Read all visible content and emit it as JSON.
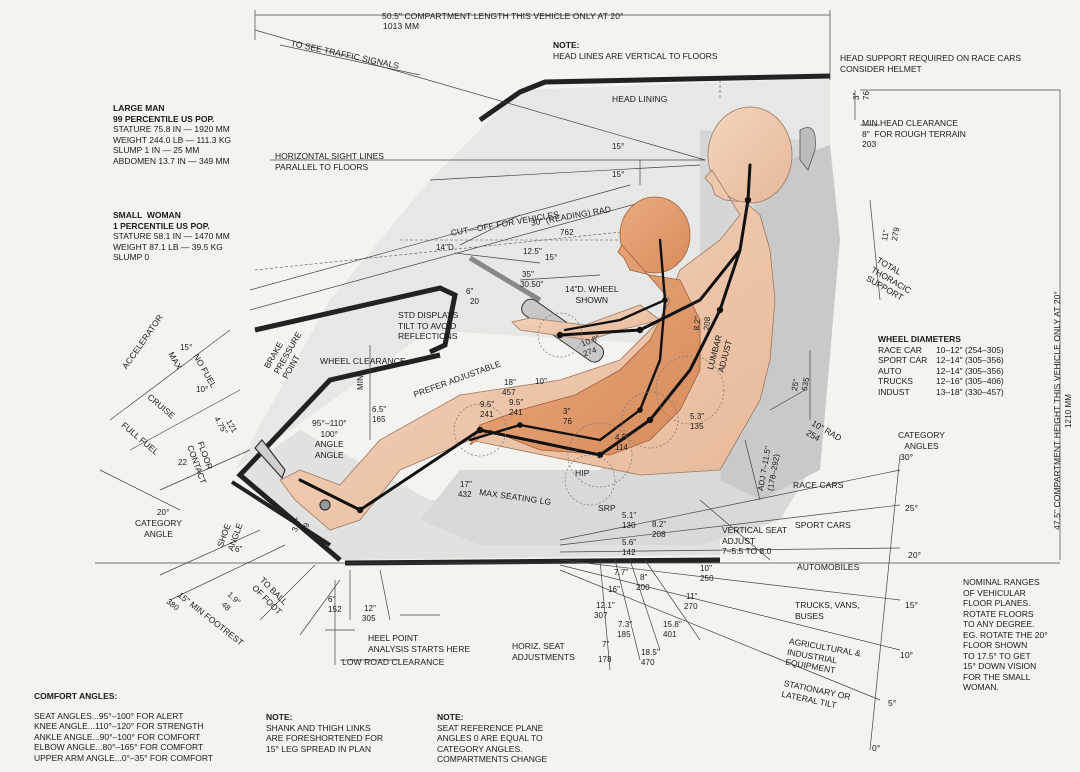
{
  "top_dim": {
    "label": "50.5\" COMPARTMENT LENGTH THIS VEHICLE ONLY AT 20°",
    "metric": "1013 mm"
  },
  "note_top": {
    "title": "NOTE:",
    "text": "HEAD LINES ARE VERTICAL TO FLOORS"
  },
  "head_support": [
    "HEAD SUPPORT REQUIRED ON RACE CARS",
    "CONSIDER HELMET"
  ],
  "traffic": "TO SEE TRAFFIC SIGNALS",
  "large_man": {
    "title": "LARGE MAN",
    "lines": [
      "99 PERCENTILE US POP.",
      "STATURE 75.8 IN — 1920 mm",
      "WEIGHT 244.0 LB — 111.3 KG",
      "SLUMP 1 IN — 25 mm",
      "ABDOMEN 13.7 IN — 349 mm"
    ]
  },
  "small_woman": {
    "title": "SMALL  WOMAN",
    "lines": [
      "1 PERCENTILE US POP.",
      "STATURE 58.1 IN — 1470 mm",
      "WEIGHT 87.1 LB — 39.5 KG",
      "SLUMP 0"
    ]
  },
  "labels": {
    "head_lining": "HEAD LINING",
    "min_head_clearance": [
      "MIN HEAD CLEARANCE",
      "8\"  FOR ROUGH TERRAIN",
      "203"
    ],
    "horizontal_sight": [
      "HORIZONTAL SIGHT LINES",
      "PARALLEL TO FLOORS"
    ],
    "cutoff": "CUT—OFF FOR VEHICLES",
    "reading_rad": "30\" (READING) RAD",
    "reading_mm": "762",
    "wheel_shown": [
      "14\"D. WHEEL",
      "SHOWN"
    ],
    "dsp_tilt": [
      "STD DISPLAYS",
      "TILT TO AVOID",
      "REFLECTIONS"
    ],
    "wheel_clearance": "WHEEL CLEARANCE",
    "prefer_adjustable": "PREFER ADJUSTABLE",
    "brake": [
      "BRAKE",
      "PRESSURE",
      "POINT"
    ],
    "no_fuel": "NO FUEL",
    "accelerator": "ACCELERATOR",
    "max": "MAX",
    "cruise": "CRUISE",
    "full_fuel": "FULL FUEL",
    "floor_contact": [
      "FLOOR",
      "CONTACT"
    ],
    "category_angle": [
      "CATEGORY",
      "ANGLE"
    ],
    "shoe_angle": [
      "SHOE",
      "ANGLE"
    ],
    "knee_angle": [
      "95°–110°",
      "100°",
      "ANGLE",
      "ANGLE"
    ],
    "max_seating": "MAX SEATING LG",
    "srp": "SRP",
    "hip": "HIP",
    "lumbar": [
      "LUMBAR",
      "ADJUST"
    ],
    "vertical_seat": [
      "VERTICAL SEAT",
      "ADJUST",
      "7–5.5 TO 8.0"
    ],
    "total_thoracic": [
      "TOTAL",
      "THORACIC",
      "SUPPORT"
    ],
    "ten_rad": [
      "10\" RAD",
      "254"
    ],
    "ball_of_foot": [
      "TO BALL",
      "OF FOOT"
    ],
    "min_footrest": "15\" MIN FOOTREST",
    "min_footrest_mm": "380",
    "heel_point": [
      "HEEL POINT",
      "ANALYSIS STARTS HERE"
    ],
    "low_road": "LOW ROAD CLEARANCE",
    "horiz_seat": [
      "HORIZ. SEAT",
      "ADJUSTMENTS"
    ],
    "height_dim": "47.5\" COMPARTMENT HEIGHT THIS VEHICLE ONLY AT 20°",
    "height_mm": "1210 mm",
    "category_angles": [
      "CATEGORY",
      "ANGLES"
    ]
  },
  "wheel_diameters": {
    "title": "WHEEL DIAMETERS",
    "rows": [
      {
        "name": "RACE CAR",
        "val": "10–12\" (254–305)"
      },
      {
        "name": "SPORT CAR",
        "val": "12–14\" (305–356)"
      },
      {
        "name": "AUTO",
        "val": "12–14\" (305–356)"
      },
      {
        "name": "TRUCKS",
        "val": "12–16\" (305–406)"
      },
      {
        "name": "INDUST",
        "val": "13–18\" (330–457)"
      }
    ]
  },
  "categories": [
    {
      "name": "RACE CARS",
      "angle": "30°"
    },
    {
      "name": "SPORT CARS",
      "angle": "25°"
    },
    {
      "name": "AUTOMOBILES",
      "angle": "20°"
    },
    {
      "name": "TRUCKS, VANS, BUSES",
      "angle": "15°"
    },
    {
      "name": "AGRICULTURAL & INDUSTRIAL EQUIPMENT",
      "angle": "10°"
    },
    {
      "name": "STATIONARY OR LATERAL TILT",
      "angle": "5°"
    }
  ],
  "bottom_angle": "0°",
  "nominal": [
    "NOMINAL RANGES",
    "OF VEHICULAR",
    "FLOOR PLANES.",
    "ROTATE FLOORS",
    "TO ANY DEGREE.",
    "EG. ROTATE THE 20°",
    "FLOOR SHOWN",
    "TO 17.5° TO GET",
    "15° DOWN VISION",
    "FOR THE SMALL",
    "WOMAN."
  ],
  "comfort": {
    "title": "COMFORT ANGLES:",
    "rows": [
      "SEAT ANGLES...95°–100° FOR ALERT",
      "KNEE ANGLE...110°–120° FOR STRENGTH",
      "ANKLE ANGLE...90°–100° FOR COMFORT",
      "ELBOW ANGLE...80°–165° FOR COMFORT",
      "UPPER ARM ANGLE...0°–35° FOR COMFORT"
    ]
  },
  "note_shank": {
    "title": "NOTE:",
    "lines": [
      "SHANK AND THIGH LINKS",
      "ARE FORESHORTENED FOR",
      "15° LEG SPREAD IN PLAN"
    ]
  },
  "note_seat": {
    "title": "NOTE:",
    "lines": [
      "SEAT REFERENCE PLANE",
      "ANGLES 0 ARE EQUAL TO",
      "CATEGORY ANGLES.",
      "COMPARTMENTS CHANGE"
    ]
  },
  "dims": [
    {
      "t": "15°"
    },
    {
      "t": "15°"
    },
    {
      "t": "3\""
    },
    {
      "t": "76"
    },
    {
      "t": "11\""
    },
    {
      "t": "279"
    },
    {
      "t": "12.5\""
    },
    {
      "t": "35\""
    },
    {
      "t": "30.50\""
    },
    {
      "t": "6\""
    },
    {
      "t": "20"
    },
    {
      "t": "14\"D"
    },
    {
      "t": "10.8\""
    },
    {
      "t": "274"
    },
    {
      "t": "18\""
    },
    {
      "t": "457"
    },
    {
      "t": "9.5\""
    },
    {
      "t": "241"
    },
    {
      "t": "25\""
    },
    {
      "t": "635"
    },
    {
      "t": "4.75\""
    },
    {
      "t": "121"
    },
    {
      "t": "10°"
    },
    {
      "t": "15°"
    },
    {
      "t": "22"
    },
    {
      "t": "20°"
    },
    {
      "t": "6\""
    },
    {
      "t": "MIN"
    },
    {
      "t": "6.5\""
    },
    {
      "t": "165"
    },
    {
      "t": "17\""
    },
    {
      "t": "432"
    },
    {
      "t": "5.1\""
    },
    {
      "t": "130"
    },
    {
      "t": "8.2\""
    },
    {
      "t": "208"
    },
    {
      "t": "5.6\""
    },
    {
      "t": "142"
    },
    {
      "t": "7.7\""
    },
    {
      "t": "8\""
    },
    {
      "t": "200"
    },
    {
      "t": "12.1\""
    },
    {
      "t": "307"
    },
    {
      "t": "7.3\""
    },
    {
      "t": "185"
    },
    {
      "t": "15.8\""
    },
    {
      "t": "401"
    },
    {
      "t": "18.5\""
    },
    {
      "t": "470"
    },
    {
      "t": "11\""
    },
    {
      "t": "270"
    },
    {
      "t": "7\""
    },
    {
      "t": "178"
    },
    {
      "t": "10\""
    },
    {
      "t": "250"
    },
    {
      "t": "12\""
    },
    {
      "t": "305"
    },
    {
      "t": "5.3\""
    },
    {
      "t": "135"
    },
    {
      "t": "4.5\""
    },
    {
      "t": "114"
    },
    {
      "t": "3\""
    },
    {
      "t": "76"
    },
    {
      "t": "8.2\""
    },
    {
      "t": "208"
    },
    {
      "t": "ADJ 7–11.5\""
    },
    {
      "t": "(178–292)"
    },
    {
      "t": "9.5\""
    },
    {
      "t": "241"
    },
    {
      "t": "10\""
    },
    {
      "t": "3.5\""
    },
    {
      "t": "89"
    },
    {
      "t": "15°"
    },
    {
      "t": "6\""
    },
    {
      "t": "152"
    },
    {
      "t": "1.9\""
    },
    {
      "t": "48"
    },
    {
      "t": "16\""
    }
  ]
}
